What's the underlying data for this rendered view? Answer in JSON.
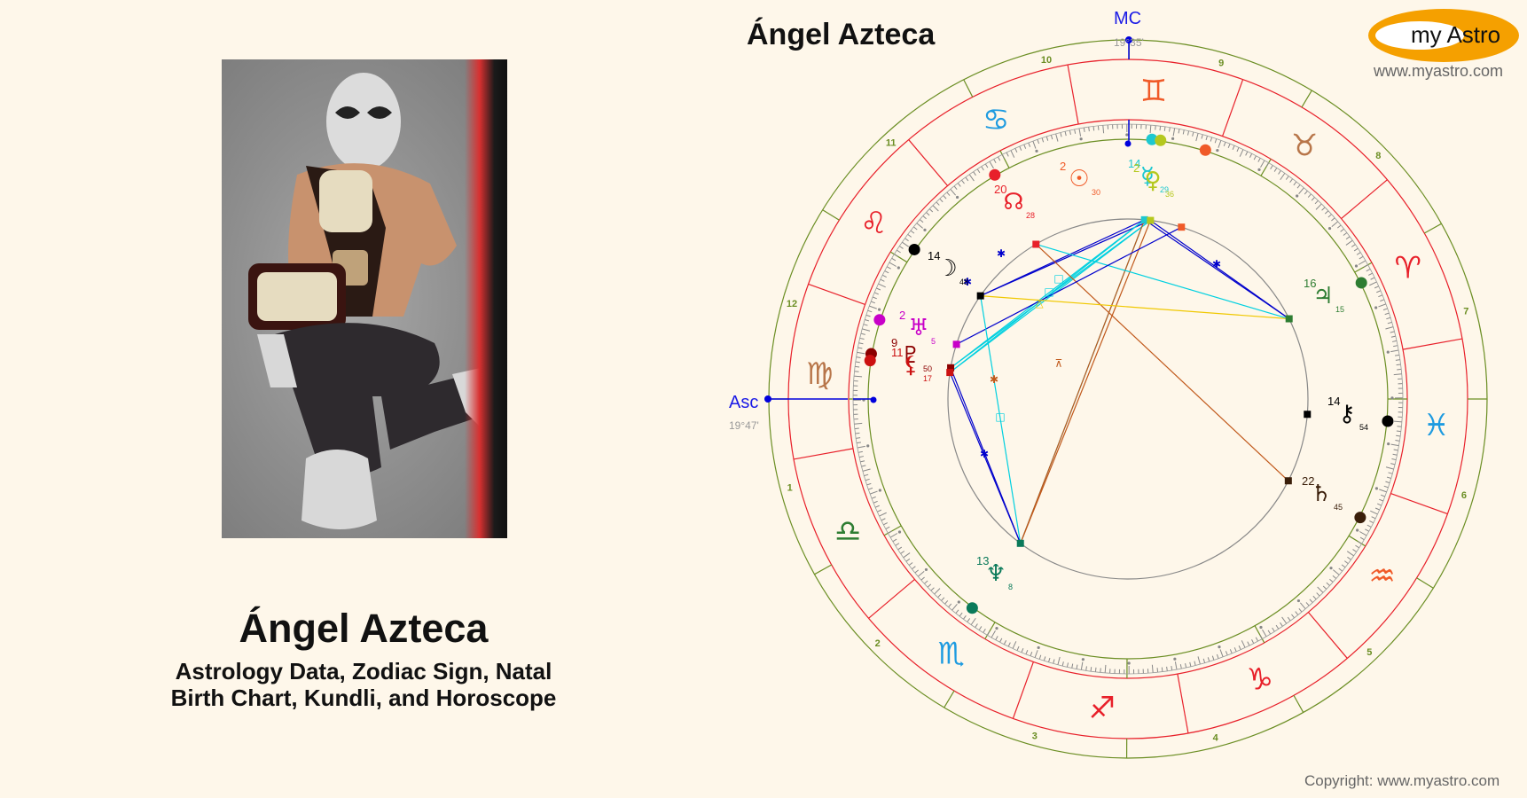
{
  "header": {
    "chart_title": "Ángel Azteca",
    "logo_text": "my Astro",
    "site_url": "www.myastro.com"
  },
  "profile": {
    "name": "Ángel Azteca",
    "subtitle_line1": "Astrology Data, Zodiac Sign, Natal",
    "subtitle_line2": "Birth Chart, Kundli, and Horoscope",
    "photo_alt": "Masked wrestler holding championship belts"
  },
  "footer": {
    "copyright": "Copyright: www.myastro.com"
  },
  "chart": {
    "angles": {
      "asc_label": "Asc",
      "asc_degree": "19°47'",
      "mc_label": "MC",
      "mc_degree": "19°35'"
    },
    "signs": [
      {
        "name": "aries",
        "glyph": "♈",
        "color": "#e8202a"
      },
      {
        "name": "taurus",
        "glyph": "♉",
        "color": "#b8764a"
      },
      {
        "name": "gemini",
        "glyph": "♊",
        "color": "#f05a28"
      },
      {
        "name": "cancer",
        "glyph": "♋",
        "color": "#1e9be0"
      },
      {
        "name": "leo",
        "glyph": "♌",
        "color": "#e8202a"
      },
      {
        "name": "virgo",
        "glyph": "♍",
        "color": "#b8764a"
      },
      {
        "name": "libra",
        "glyph": "♎",
        "color": "#2e7d32"
      },
      {
        "name": "scorpio",
        "glyph": "♏",
        "color": "#1e9be0"
      },
      {
        "name": "sagittarius",
        "glyph": "♐",
        "color": "#e8202a"
      },
      {
        "name": "capricorn",
        "glyph": "♑",
        "color": "#e8202a"
      },
      {
        "name": "aquarius",
        "glyph": "♒",
        "color": "#f05a28"
      },
      {
        "name": "pisces",
        "glyph": "♓",
        "color": "#1e9be0"
      }
    ],
    "houses": [
      "1",
      "2",
      "3",
      "4",
      "5",
      "6",
      "7",
      "8",
      "9",
      "10",
      "11",
      "12"
    ],
    "planets": [
      {
        "name": "sun",
        "glyph": "☉",
        "deg": "2",
        "min": "30",
        "color": "#f05a28"
      },
      {
        "name": "moon",
        "glyph": "☽",
        "deg": "14",
        "min": "48",
        "color": "#000000"
      },
      {
        "name": "mercury",
        "glyph": "☿",
        "deg": "14",
        "min": "29",
        "color": "#1ec8d0"
      },
      {
        "name": "venus",
        "glyph": "♀",
        "deg": "2",
        "min": "36",
        "color": "#b5c81e"
      },
      {
        "name": "north-node",
        "glyph": "☊",
        "deg": "20",
        "min": "28",
        "color": "#e8202a"
      },
      {
        "name": "uranus",
        "glyph": "♅",
        "deg": "2",
        "min": "5",
        "color": "#c800c8"
      },
      {
        "name": "pluto",
        "glyph": "♇",
        "deg": "9",
        "min": "50",
        "color": "#8b0000"
      },
      {
        "name": "lilith",
        "glyph": "⚸",
        "deg": "11",
        "min": "17",
        "color": "#cc1111"
      },
      {
        "name": "neptune",
        "glyph": "♆",
        "deg": "13",
        "min": "8",
        "color": "#0a7a5a"
      },
      {
        "name": "jupiter",
        "glyph": "♃",
        "deg": "16",
        "min": "15",
        "color": "#2e7d32"
      },
      {
        "name": "chiron",
        "glyph": "⚷",
        "deg": "14",
        "min": "54",
        "color": "#000000"
      },
      {
        "name": "saturn",
        "glyph": "♄",
        "deg": "22",
        "min": "45",
        "color": "#3a1e0a"
      }
    ],
    "aspect_symbols": {
      "sextile": "✱",
      "square": "□",
      "trine": "△",
      "opposition": "☍",
      "quincunx": "⊼"
    }
  }
}
